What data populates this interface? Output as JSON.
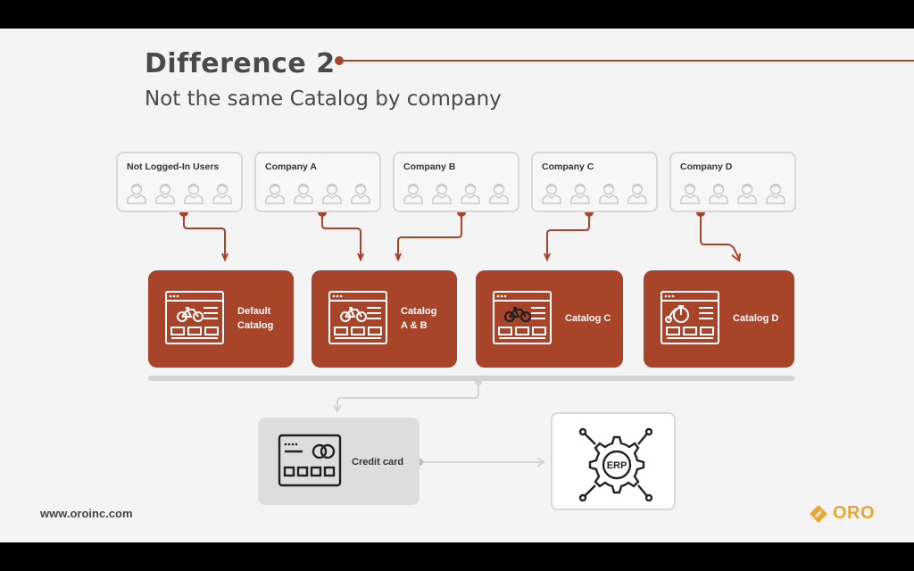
{
  "slide": {
    "title": "Difference 2",
    "subtitle": "Not the same Catalog by company"
  },
  "user_groups": [
    {
      "label": "Not Logged-In Users"
    },
    {
      "label": "Company A"
    },
    {
      "label": "Company B"
    },
    {
      "label": "Company C"
    },
    {
      "label": "Company D"
    }
  ],
  "catalogs": [
    {
      "line1": "Default",
      "line2": "Catalog",
      "icon": "bicycle-icon"
    },
    {
      "line1": "Catalog",
      "line2": "A & B",
      "icon": "bicycle-icon"
    },
    {
      "line1": "Catalog C",
      "line2": "",
      "icon": "bicycle-icon"
    },
    {
      "line1": "Catalog D",
      "line2": "",
      "icon": "penny-farthing-icon"
    }
  ],
  "payment": {
    "label": "Credit card",
    "icon": "credit-card-icon"
  },
  "erp": {
    "label": "ERP",
    "icon": "erp-gear-icon"
  },
  "footer": {
    "url": "www.oroinc.com",
    "logo_text": "ORO"
  },
  "colors": {
    "accent": "#a8442a",
    "logo": "#e6a733",
    "box_border": "#d8d8d8",
    "background": "#f4f4f4"
  }
}
